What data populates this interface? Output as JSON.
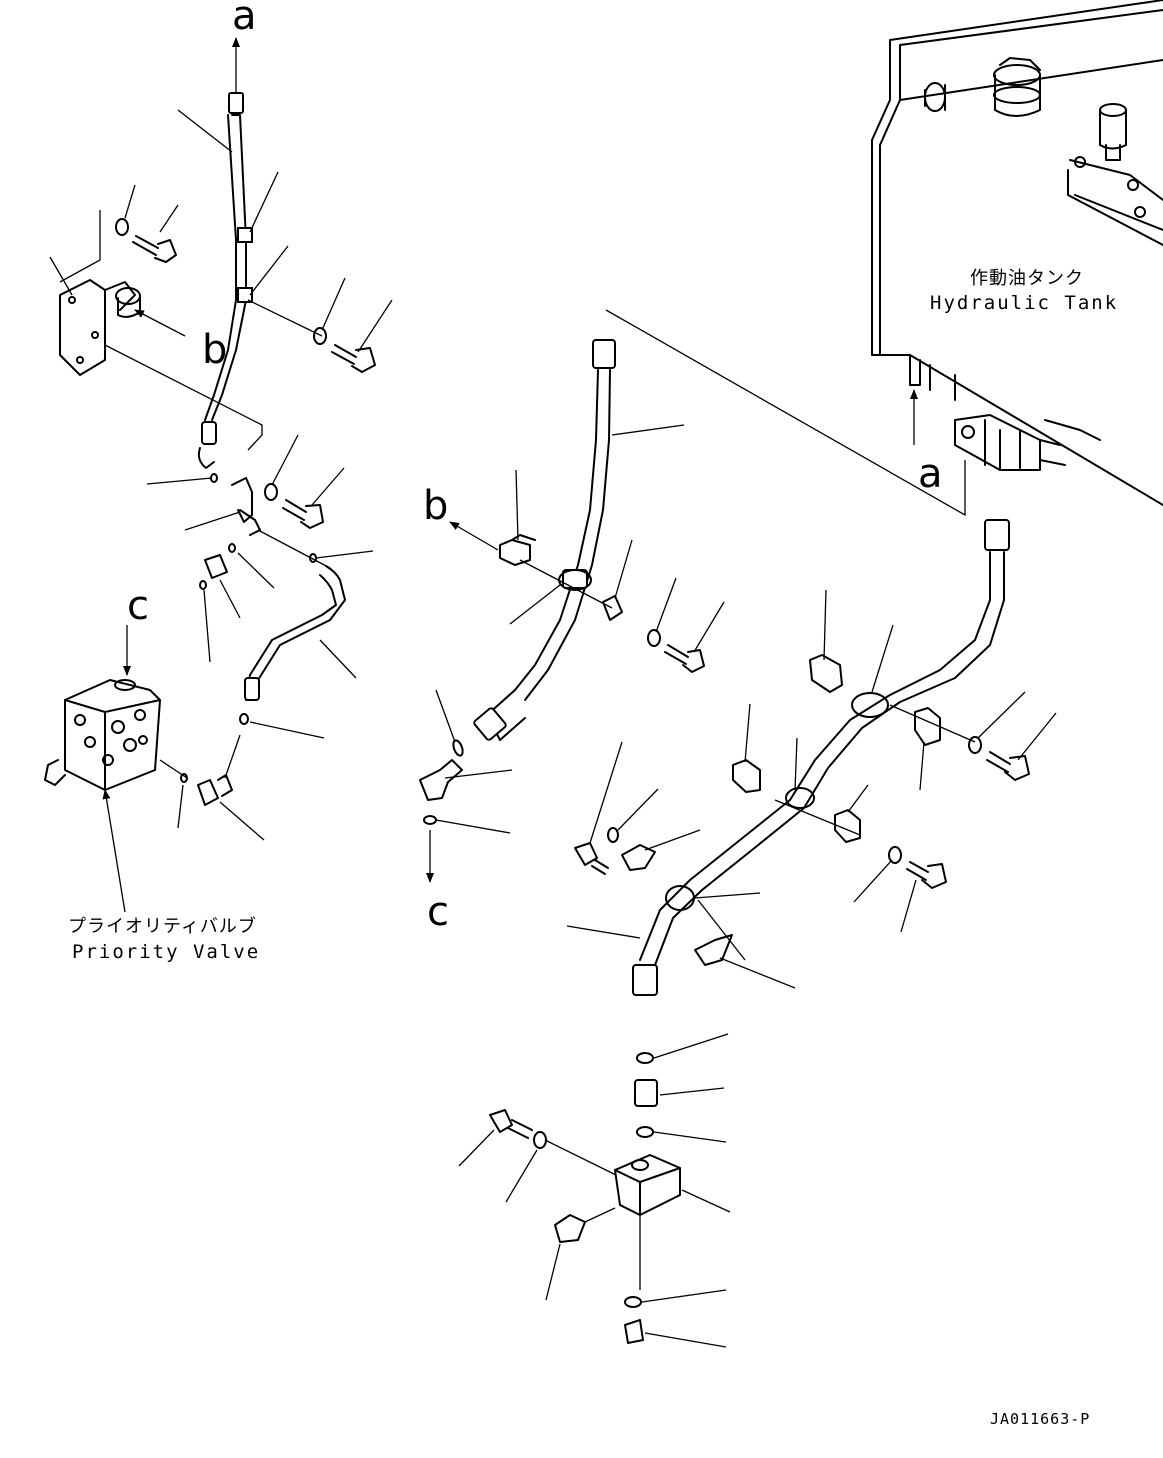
{
  "callouts": {
    "a_top": "a",
    "b_left": "b",
    "c_left": "c",
    "b_mid": "b",
    "c_mid": "c",
    "a_right": "a"
  },
  "components": {
    "hydraulic_tank_ja": "作動油タンク",
    "hydraulic_tank_en": "Hydraulic Tank",
    "priority_valve_ja": "プライオリティバルブ",
    "priority_valve_en": "Priority Valve"
  },
  "drawing_code": "JA011663-P"
}
